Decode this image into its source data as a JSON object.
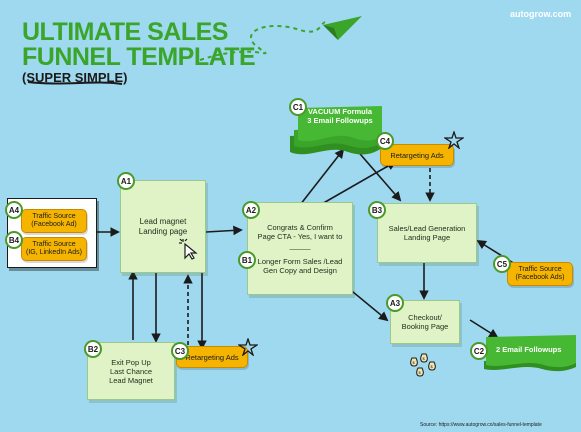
{
  "brand": "autogrow.com",
  "title_line1": "ULTIMATE SALES",
  "title_line2": "FUNNEL TEMPLATE",
  "subtitle_open": "(",
  "subtitle_main": "SUPER SIMPLE",
  "subtitle_close": ")",
  "badges": {
    "A1": "A1",
    "A2": "A2",
    "A3": "A3",
    "A4": "A4",
    "B1": "B1",
    "B2": "B2",
    "B3": "B3",
    "B4": "B4",
    "C1": "C1",
    "C2": "C2",
    "C3": "C3",
    "C4": "C4",
    "C5": "C5"
  },
  "traffic_a4": {
    "line1": "Traffic Source",
    "line2": "(Facebook Ad)"
  },
  "traffic_b4": {
    "line1": "Traffic Source",
    "line2": "(IG, LinkedIn Ads)"
  },
  "lead_magnet": {
    "line1": "Lead magnet",
    "line2": "Landing page"
  },
  "congrats": {
    "line1": "Congrats & Confirm",
    "line2": "Page CTA - Yes, I want to",
    "line3": "_____"
  },
  "longer_form": {
    "line1": "Longer Form Sales /Lead",
    "line2": "Gen Copy and Design"
  },
  "vacuum": {
    "line1": "VACUUM Formula",
    "line2": "3 Email Followups"
  },
  "retargeting_c4": "Retargeting Ads",
  "retargeting_c3": "Retargeting Ads",
  "sales_lead": {
    "line1": "Sales/Lead Generation",
    "line2": "Landing Page"
  },
  "traffic_c5": {
    "line1": "Traffic Source",
    "line2": "(Facebook Ads)"
  },
  "checkout": {
    "line1": "Checkout/",
    "line2": "Booking Page"
  },
  "followups_c2": "2 Email Followups",
  "exit_popup": {
    "line1": "Exit Pop Up",
    "line2": "Last Chance",
    "line3": "Lead Magnet"
  },
  "source": "Source: https://www.autogrow.co/sales-funnel-template",
  "colors": {
    "background": "#9fd9ef",
    "green": "#3aa52a",
    "orange": "#f4b400",
    "note": "#dff3c7"
  }
}
